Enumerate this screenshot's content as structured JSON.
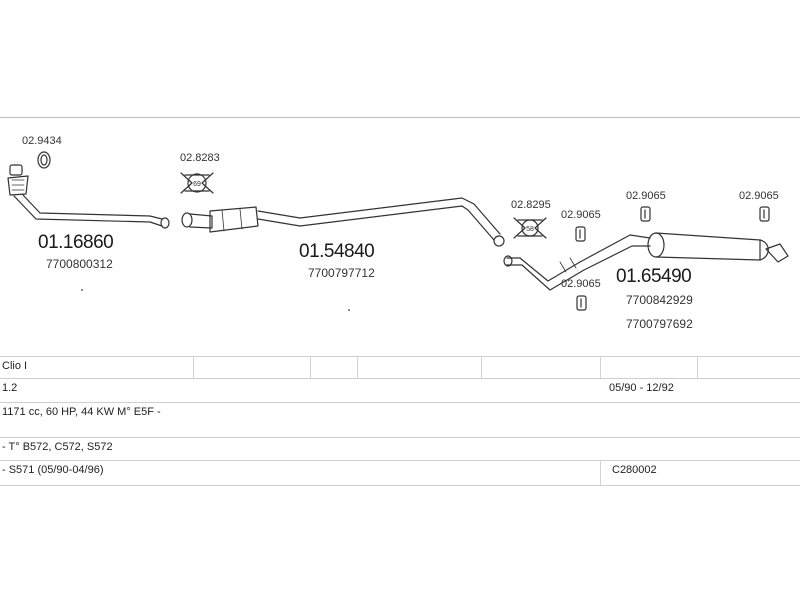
{
  "diagram": {
    "parts": [
      {
        "number": "01.16860",
        "oem": [
          "7700800312"
        ]
      },
      {
        "number": "01.54840",
        "oem": [
          "7700797712"
        ]
      },
      {
        "number": "01.65490",
        "oem": [
          "7700842929",
          "7700797692"
        ]
      }
    ],
    "fittings": {
      "f1": "02.9434",
      "f2": "02.8283",
      "f2_badge": "69",
      "f3": "02.8295",
      "f3_badge": "58",
      "f4": "02.9065",
      "f5": "02.9065",
      "f6": "02.9065",
      "f7": "02.9065"
    }
  },
  "table": {
    "model": "Clio I",
    "engine": "1.2",
    "period": "05/90 - 12/92",
    "spec": "1171 cc, 60 HP, 44 KW M° E5F -",
    "types": "- T° B572, C572, S572",
    "variant": "- S571 (05/90-04/96)",
    "code": "C280002"
  }
}
